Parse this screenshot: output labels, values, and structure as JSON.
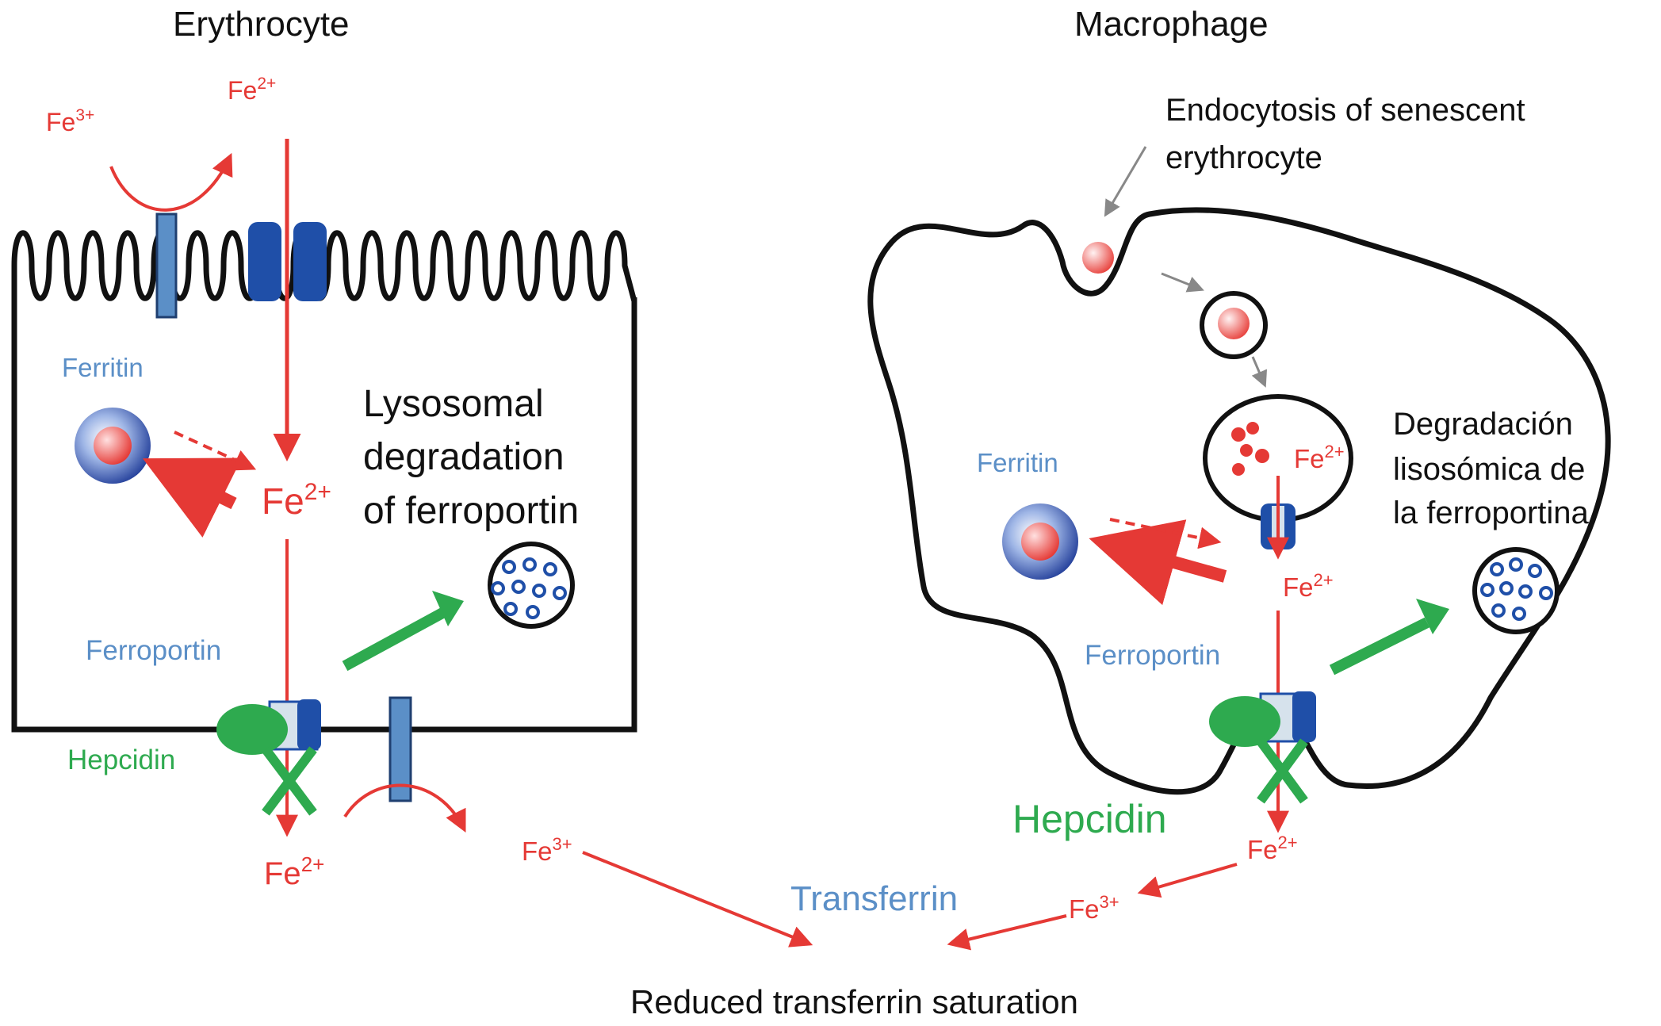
{
  "left_cell": {
    "title": "Erythrocyte",
    "fe2_top": "Fe",
    "fe2_top_sup": "2+",
    "fe3_top": "Fe",
    "fe3_top_sup": "3+",
    "ferritin": "Ferritin",
    "fe2_mid": "Fe",
    "fe2_mid_sup": "2+",
    "lysosomal_line1": "Lysosomal",
    "lysosomal_line2": "degradation",
    "lysosomal_line3": "of ferroportin",
    "ferroportin": "Ferroportin",
    "hepcidin": "Hepcidin",
    "fe2_bottom": "Fe",
    "fe2_bottom_sup": "2+",
    "fe3_bottom": "Fe",
    "fe3_bottom_sup": "3+"
  },
  "right_cell": {
    "title": "Macrophage",
    "endocytosis_line1": "Endocytosis of senescent",
    "endocytosis_line2": "erythrocyte",
    "ferritin": "Ferritin",
    "fe2_lysosome": "Fe",
    "fe2_lysosome_sup": "2+",
    "degradacion_line1": "Degradación",
    "degradacion_line2": "lisosómica de",
    "degradacion_line3": "la ferroportina",
    "fe2_mid": "Fe",
    "fe2_mid_sup": "2+",
    "ferroportin": "Ferroportin",
    "hepcidin": "Hepcidin",
    "fe2_bottom": "Fe",
    "fe2_bottom_sup": "2+",
    "fe3_bottom": "Fe",
    "fe3_bottom_sup": "3+"
  },
  "transferrin": "Transferrin",
  "footer": "Reduced transferrin saturation",
  "colors": {
    "iron": "#e53935",
    "protein_blue": "#5b8fc7",
    "channel_dark": "#1f4fa8",
    "hepcidin_green": "#2eaa4f",
    "membrane": "#111111"
  }
}
